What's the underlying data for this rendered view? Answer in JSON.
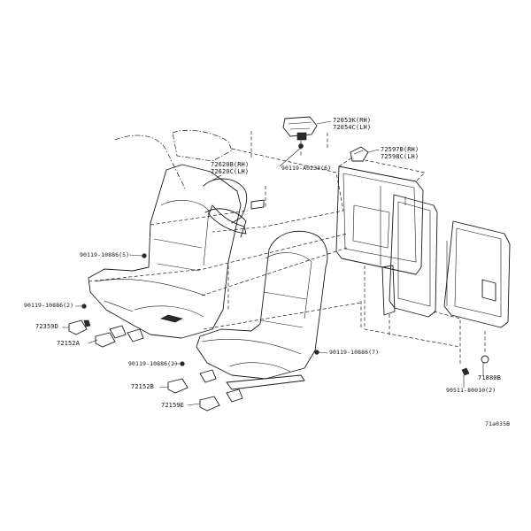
{
  "labels": {
    "l72053": "72053K(RH)",
    "l72054": "72054C(LH)",
    "l72597": "72597B(RH)",
    "l72598": "72598C(LH)",
    "l72620b": "72620B(RH)",
    "l72620c": "72620C(LH)",
    "l90119a": "90119-A0233(6)",
    "l90119b": "90119-10886(5)",
    "l90119c": "90119-10886(2)",
    "l72359": "72359D",
    "l72152a": "72152A",
    "l90119d": "90119-10886(2)",
    "l72152b": "72152B",
    "l72159": "72159E",
    "l90119e": "90119-10886(7)",
    "l71880": "71880B",
    "l90511": "90511-80010(2)",
    "figure_code": "71a035B"
  }
}
